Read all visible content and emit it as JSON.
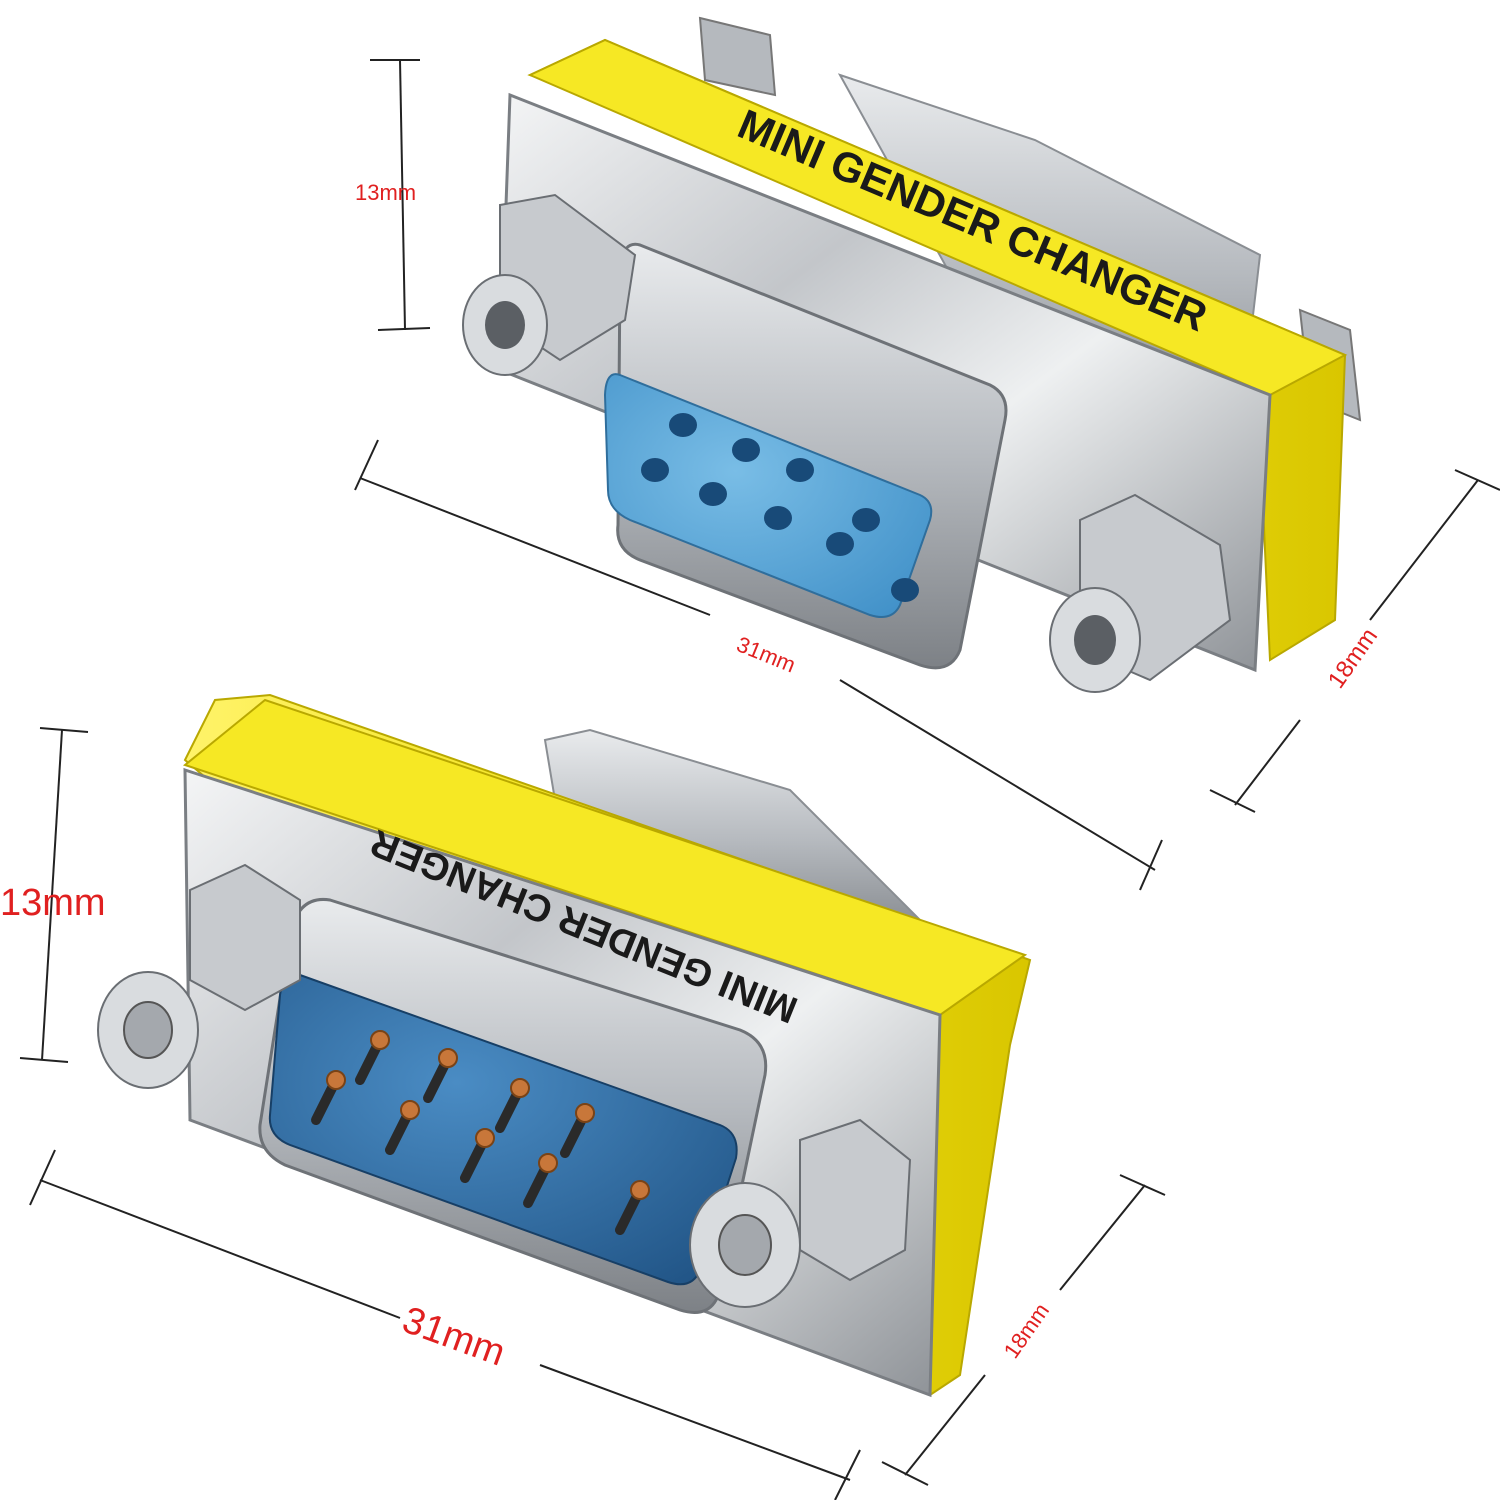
{
  "top_adapter": {
    "body_label": "MINI  GENDER CHANGER",
    "height_label": "13mm",
    "length_label": "31mm",
    "width_label": "18mm"
  },
  "bottom_adapter": {
    "body_label": "MINI  GENDER CHANGER",
    "height_label": "13mm",
    "length_label": "31mm",
    "width_label": "18mm"
  },
  "colors": {
    "background": "#ffffff",
    "yellow_body": "#f3e31a",
    "silver_shell": "#c9ccd0",
    "blue_insert": "#5aa7d8",
    "dark_blue_insert": "#2f6fa7",
    "pin_copper": "#c8773a",
    "dimension_text": "#e02020",
    "dimension_line": "#222222"
  }
}
